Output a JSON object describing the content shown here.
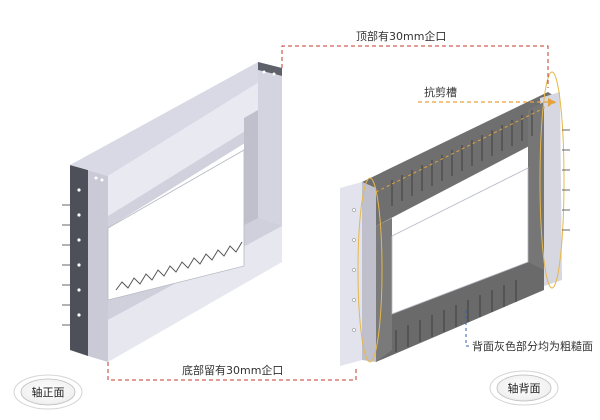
{
  "annotations": {
    "top_notch": "顶部有30mm企口",
    "bottom_notch": "底部留有30mm企口",
    "shear_key": "抗剪槽",
    "rough_surface": "背面灰色部分均为粗糙面"
  },
  "badges": {
    "front": "轴正面",
    "back": "轴背面"
  },
  "colors": {
    "panel_face": "#e4e5ee",
    "panel_side": "#c8c9d6",
    "panel_dark": "#5a5c66",
    "rough_gray": "#6f6f6f",
    "dim_line": "#c0392b",
    "shear_line": "#e6a23c",
    "rough_line": "#2f5fb3",
    "badge_ring": "#c9c9c9"
  }
}
